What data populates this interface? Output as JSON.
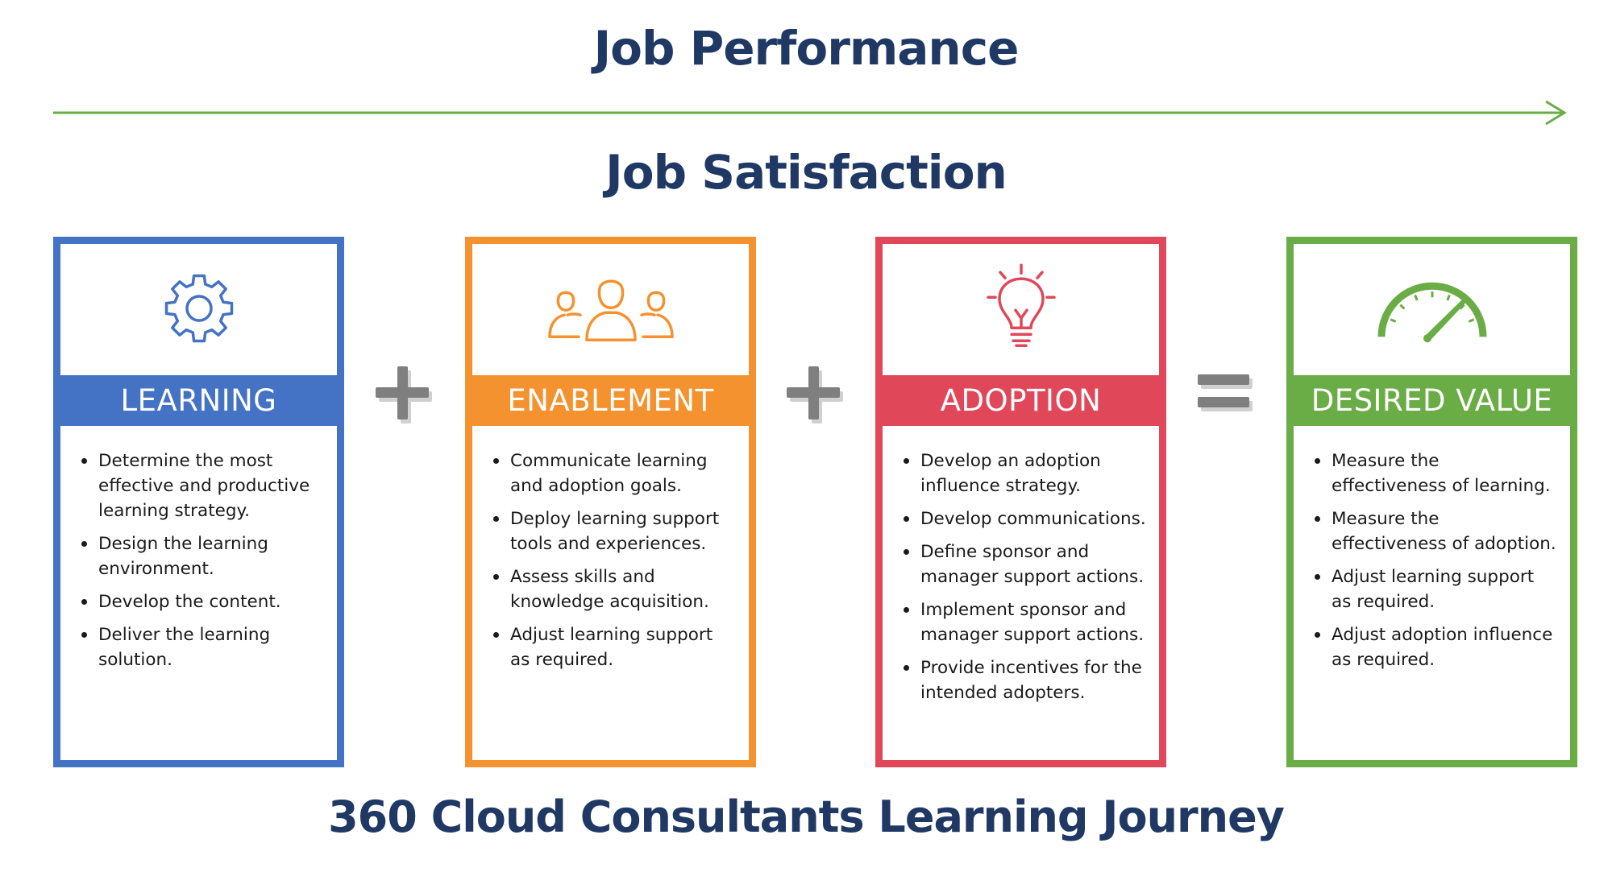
{
  "titles": {
    "performance": "Job Performance",
    "satisfaction": "Job Satisfaction",
    "journey": "360 Cloud Consultants Learning Journey"
  },
  "colors": {
    "heading": "#1f3864",
    "arrow": "#6aac45",
    "operator": "#7f7f7f"
  },
  "cards": [
    {
      "title": "LEARNING",
      "icon": "gear-icon",
      "color": "#4472c4",
      "bullets": [
        "Determine the most effective and productive learning strategy.",
        "Design the learning environment.",
        "Develop the content.",
        "Deliver the learning solution."
      ]
    },
    {
      "title": "ENABLEMENT",
      "icon": "people-group-icon",
      "color": "#f4922f",
      "bullets": [
        "Communicate learning and adoption goals.",
        "Deploy learning support tools and experiences.",
        "Assess skills and knowledge acquisition.",
        "Adjust learning support as required."
      ]
    },
    {
      "title": "ADOPTION",
      "icon": "lightbulb-icon",
      "color": "#e04859",
      "bullets": [
        "Develop an adoption influence strategy.",
        "Develop communications.",
        "Define sponsor and manager support actions.",
        "Implement sponsor and manager support actions.",
        "Provide incentives for the intended adopters."
      ]
    },
    {
      "title": "DESIRED VALUE",
      "icon": "speedometer-icon",
      "color": "#6aac45",
      "bullets": [
        "Measure the effectiveness of learning.",
        "Measure the effectiveness of adoption.",
        "Adjust learning support as required.",
        "Adjust adoption influence as required."
      ]
    }
  ],
  "operators": [
    "plus-icon",
    "plus-icon",
    "equals-icon"
  ]
}
